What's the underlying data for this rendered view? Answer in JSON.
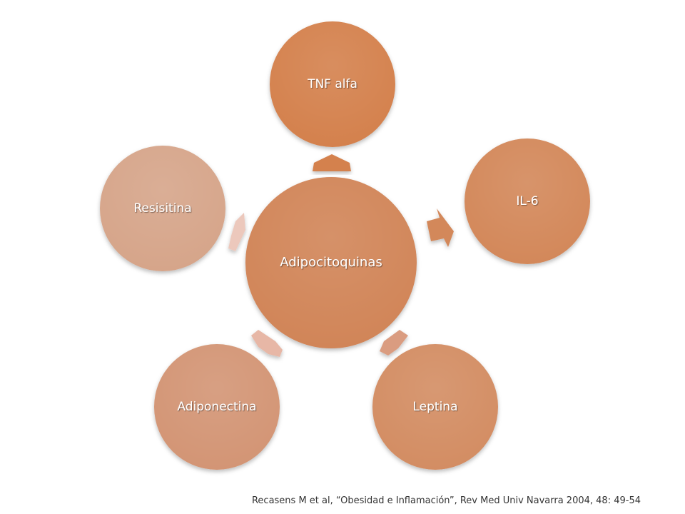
{
  "diagram": {
    "center": {
      "label": "Adipocitoquinas",
      "color": "#D18559"
    },
    "nodes": [
      {
        "id": "tnf",
        "label": "TNF alfa",
        "color": "#D4814E"
      },
      {
        "id": "il6",
        "label": "IL-6",
        "color": "#D3885A"
      },
      {
        "id": "leptina",
        "label": "Leptina",
        "color": "#D38D64"
      },
      {
        "id": "adiponectina",
        "label": "Adiponectina",
        "color": "#D39574"
      },
      {
        "id": "resisitina",
        "label": "Resisitina",
        "color": "#D6A58A"
      }
    ],
    "arrow_colors": [
      "#D4814E",
      "#D3885A",
      "#DA9C80",
      "#E7B7A6",
      "#ECC8BC"
    ]
  },
  "citation": "Recasens M et al, “Obesidad e Inflamación”, Rev Med Univ Navarra 2004, 48: 49-54"
}
